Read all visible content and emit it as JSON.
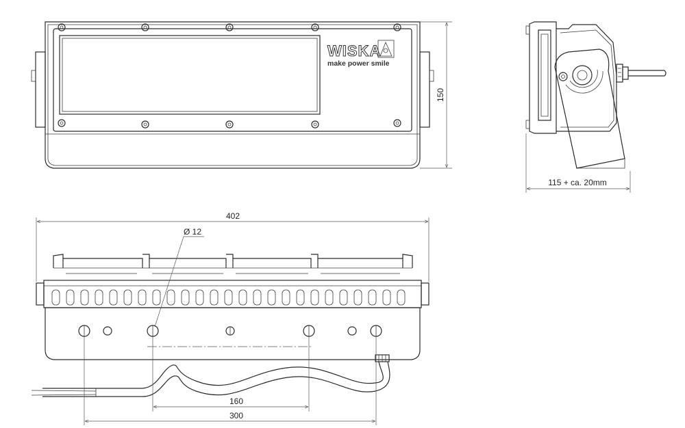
{
  "front_view": {
    "logo_text": "WISKA",
    "slogan": "make power smile",
    "height_dim": "150"
  },
  "side_view": {
    "depth_dim": "115 + ca. 20mm"
  },
  "bottom_view": {
    "width_dim": "402",
    "diameter_dim": "Ø 12",
    "hole_spacing_inner": "160",
    "hole_spacing_outer": "300"
  },
  "colors": {
    "line": "#2a2a2a",
    "dimension": "#555555"
  }
}
